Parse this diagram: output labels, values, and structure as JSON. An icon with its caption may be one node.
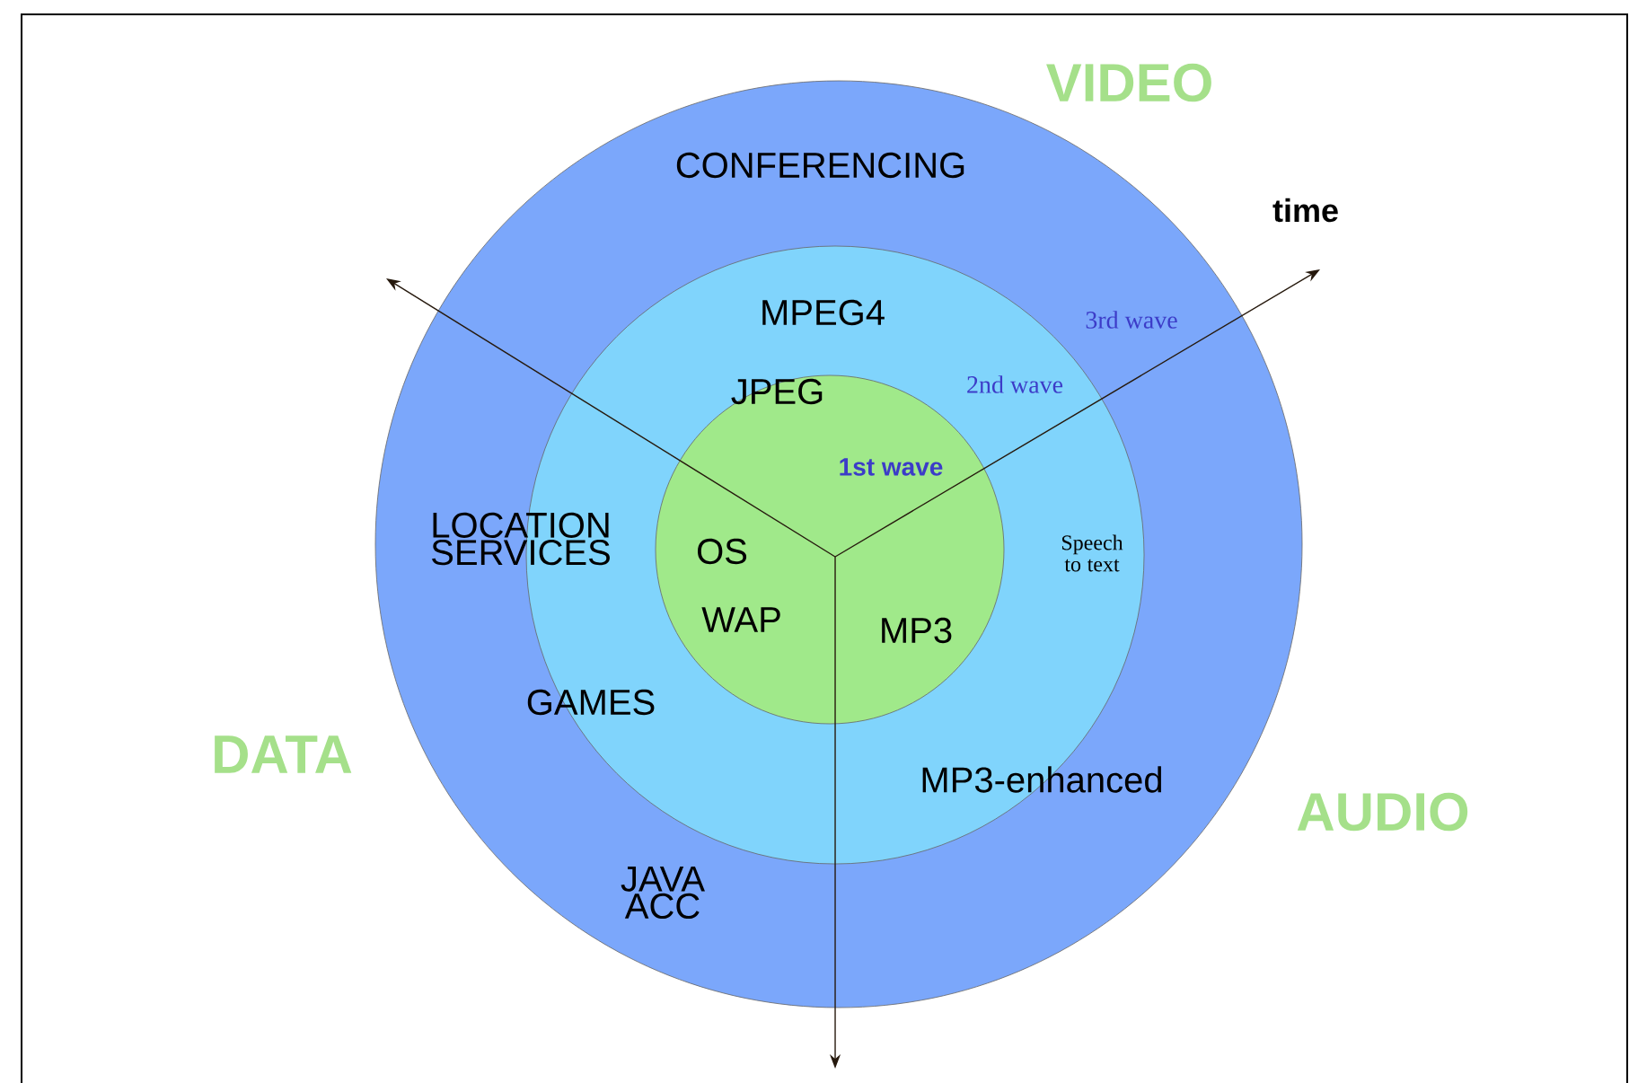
{
  "diagram": {
    "nodes": [
      {
        "text": [
          "CONFERENCING",
          "3rd wave",
          "JAVA ACC"
        ]
      },
      {
        "text": [
          "MPEG4",
          "2nd wave",
          "LOCATION SERVICES",
          "GAMES",
          "Speech to text",
          "MP3-enhanced"
        ],
        "in": 0
      },
      {
        "text": [
          "JPEG",
          "1st wave",
          "OS",
          "WAP",
          "MP3"
        ],
        "in": 1
      }
    ],
    "labels": [
      "VIDEO",
      "time",
      "DATA",
      "AUDIO"
    ]
  }
}
